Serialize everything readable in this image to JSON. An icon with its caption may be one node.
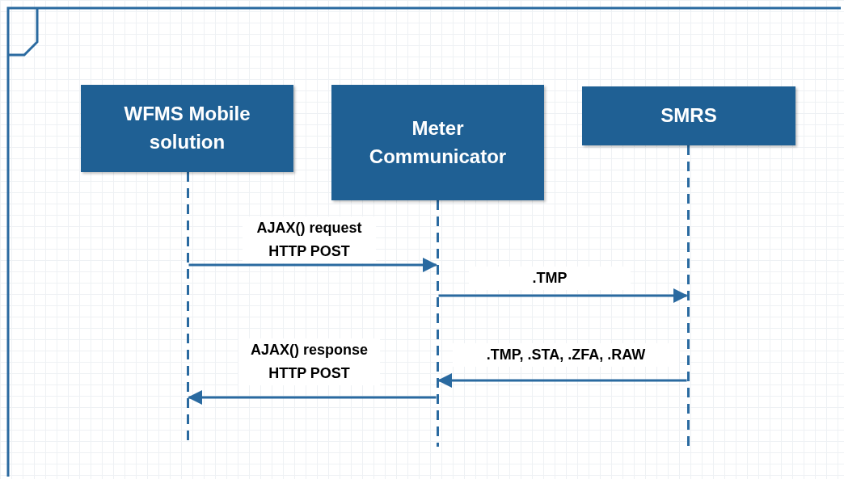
{
  "diagram": {
    "nodes": [
      {
        "text": [
          "WFMS Mobile solution"
        ]
      },
      {
        "text": [
          "Meter Communicator"
        ]
      },
      {
        "text": [
          "SMRS"
        ]
      },
      {
        "text": [],
        "shape": "line"
      },
      {
        "text": [],
        "shape": "line"
      },
      {
        "text": [],
        "shape": "line"
      }
    ],
    "edges": [
      {
        "from": 3,
        "to": 4,
        "arrow": "to",
        "label": "AJAX() request HTTP POST"
      },
      {
        "from": 4,
        "to": 5,
        "arrow": "to",
        "label": ".TMP"
      },
      {
        "from": 5,
        "to": 4,
        "arrow": "to",
        "label": ".TMP, .STA, .ZFA, .RAW"
      },
      {
        "from": 4,
        "to": 3,
        "arrow": "to",
        "label": "AJAX() response HTTP POST"
      }
    ]
  }
}
